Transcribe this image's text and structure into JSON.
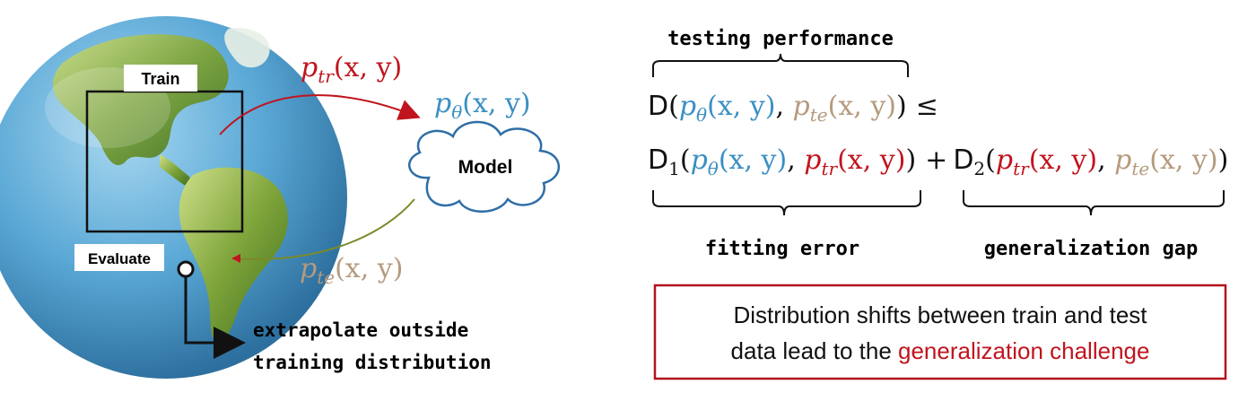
{
  "left": {
    "train_label": "Train",
    "evaluate_label": "Evaluate",
    "model_label": "Model",
    "p_tr": {
      "base": "p",
      "sub": "tr",
      "args": "(x, y)"
    },
    "p_theta": {
      "base": "p",
      "sub": "θ",
      "args": "(x, y)"
    },
    "p_te": {
      "base": "p",
      "sub": "te",
      "args": "(x, y)"
    },
    "extrapolate_line1": "extrapolate outside",
    "extrapolate_line2": "training distribution"
  },
  "right": {
    "testing_performance": "testing performance",
    "fitting_error": "fitting error",
    "generalization_gap": "generalization gap",
    "eq1": {
      "D": "D",
      "open": "(",
      "p_theta": "p",
      "p_theta_sub": "θ",
      "args": "(x, y)",
      "comma": ", ",
      "p_te": "p",
      "p_te_sub": "te",
      "close": ")",
      "leq": "≤"
    },
    "eq2": {
      "D1": "D",
      "D1_sub": "1",
      "D2": "D",
      "D2_sub": "2",
      "plus": "+",
      "p_theta": "p",
      "p_theta_sub": "θ",
      "p_tr": "p",
      "p_tr_sub": "tr",
      "p_te": "p",
      "p_te_sub": "te",
      "args": "(x, y)",
      "comma": ", ",
      "open": "(",
      "close": ")"
    },
    "callout_line1": "Distribution shifts between train and test",
    "callout_line2_prefix": "data lead to the ",
    "callout_line2_highlight": "generalization challenge"
  },
  "colors": {
    "theta_blue": "#3a8fc4",
    "tr_red": "#c0141e",
    "te_tan": "#b59a7d",
    "black": "#111111",
    "box_red": "#b3121b"
  }
}
